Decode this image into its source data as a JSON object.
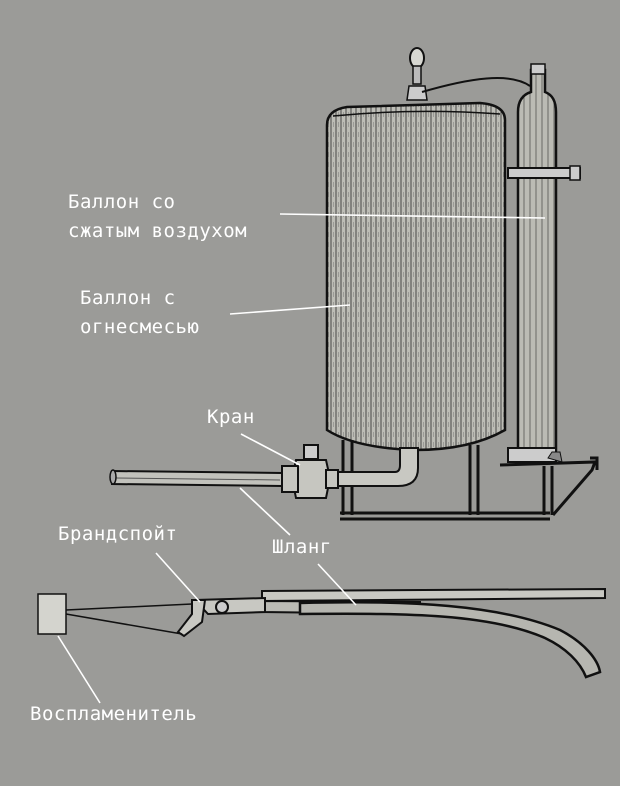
{
  "colors": {
    "background": "#9b9b98",
    "drawing_fill": "#b8b8b2",
    "drawing_stroke": "#111111",
    "label_text": "#ffffff"
  },
  "labels": {
    "air_cylinder": [
      "Баллон со",
      "сжатым воздухом"
    ],
    "mixture_cylinder": [
      "Баллон с",
      "огнесмесью"
    ],
    "valve": "Кран",
    "nozzle": "Брандспойт",
    "hose": "Шланг",
    "igniter": "Воспламенитель"
  }
}
